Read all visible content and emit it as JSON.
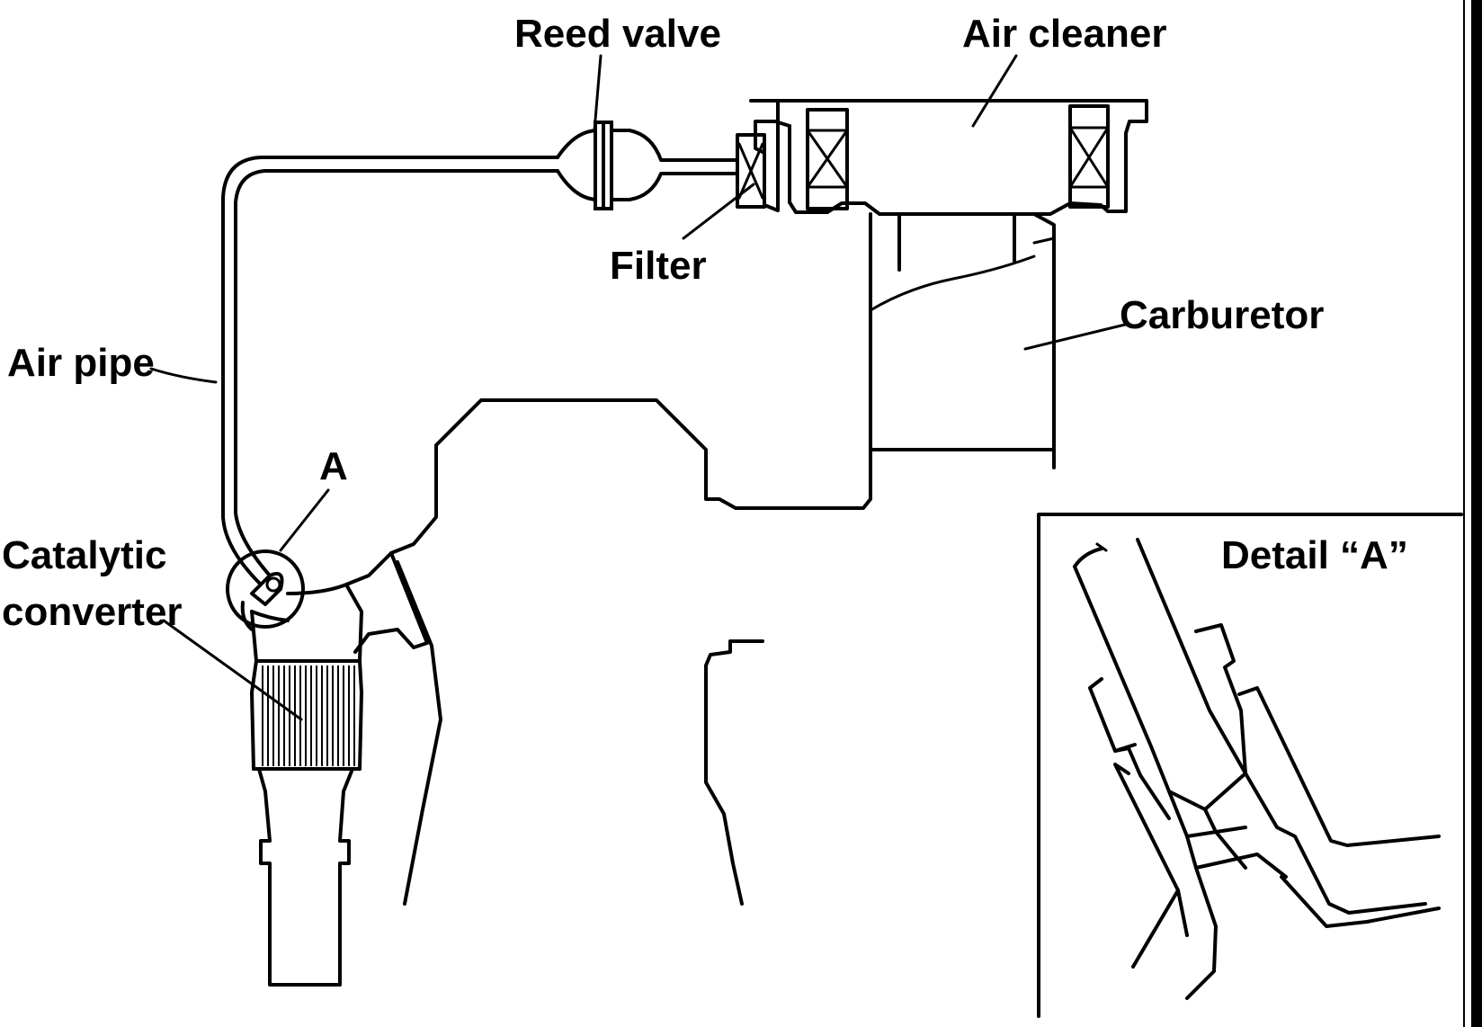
{
  "labels": {
    "reed_valve": "Reed valve",
    "air_cleaner": "Air cleaner",
    "filter": "Filter",
    "carburetor": "Carburetor",
    "air_pipe": "Air pipe",
    "point_a": "A",
    "catalytic_line1": "Catalytic",
    "catalytic_line2": "converter",
    "detail_a": "Detail  “A”"
  },
  "colors": {
    "ink": "#000000",
    "paper": "#ffffff"
  }
}
